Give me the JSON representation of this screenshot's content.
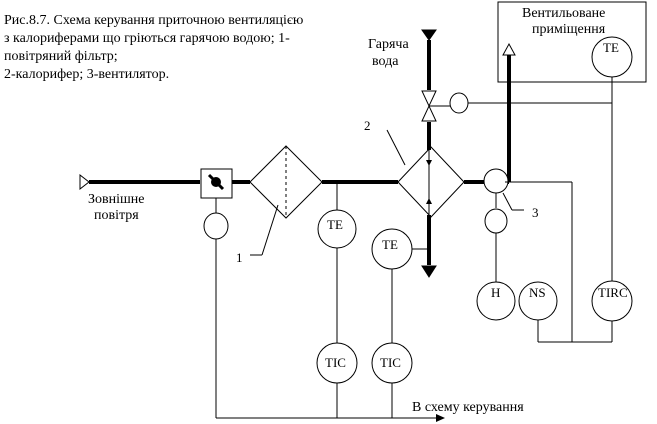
{
  "caption": {
    "line1": "Рис.8.7. Схема керування приточною вентиляцією",
    "line2": "з калориферами що грiються гарячою водою; 1-",
    "line3": "повітряний фільтр;",
    "line4": "2-калорифер; 3-вентилятор."
  },
  "labels": {
    "outside_air_1": "Зовнішне",
    "outside_air_2": "повітря",
    "hot_water_1": "Гаряча",
    "hot_water_2": "вода",
    "room_1": "Вентильоване",
    "room_2": "приміщення",
    "to_control": "В схему керування",
    "ref_1": "1",
    "ref_2": "2",
    "ref_3": "3"
  },
  "instruments": {
    "te_room": "TE",
    "te_after_filter": "TE",
    "te_after_heater": "TE",
    "tic_1": "TIC",
    "tic_2": "TIC",
    "h": "H",
    "ns": "NS",
    "tirc": "TIRC"
  }
}
